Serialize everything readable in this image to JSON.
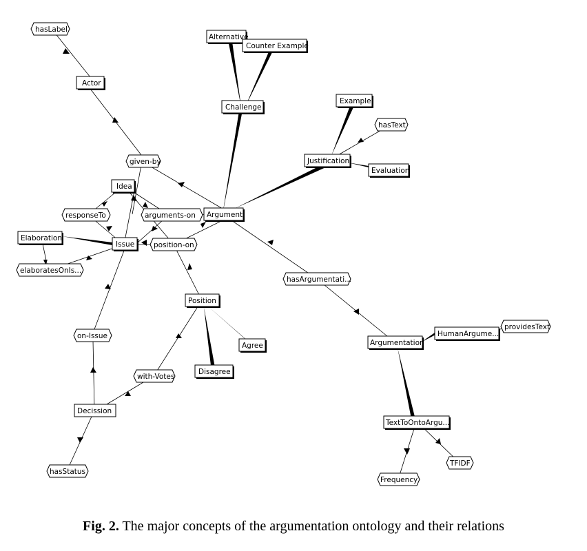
{
  "caption": {
    "label": "Fig. 2.",
    "text": "The major concepts of the argumentation ontology and their relations"
  },
  "nodes": {
    "hasLabel": "hasLabel",
    "Actor": "Actor",
    "Alternative": "Alternative",
    "CounterExample": "Counter Example",
    "Challenge": "Challenge",
    "Example": "Example",
    "hasText": "hasText",
    "Justification": "Justification",
    "Evaluation": "Evaluation",
    "givenBy": "given-by",
    "Idea": "Idea",
    "responseTo": "responseTo",
    "argumentsOn": "arguments-on",
    "Argument": "Argument",
    "Elaboration": "Elaboration",
    "Issue": "Issue",
    "positionOn": "position-on",
    "elaboratesOnIs": "elaboratesOnIs...",
    "hasArgumentati": "hasArgumentati...",
    "Position": "Position",
    "onIssue": "on-Issue",
    "Agree": "Agree",
    "Argumentation": "Argumentation",
    "HumanArgume": "HumanArgume...",
    "providesText": "providesText",
    "withVotes": "with-Votes",
    "Disagree": "Disagree",
    "Decission": "Decission",
    "TextToOntoArgu": "TextToOntoArgu...",
    "hasStatus": "hasStatus",
    "TFIDF": "TFIDF",
    "Frequency": "Frequency"
  }
}
